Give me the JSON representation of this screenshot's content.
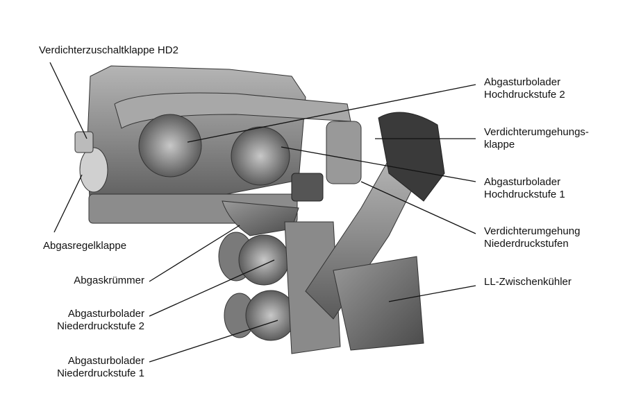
{
  "labels": {
    "verdichterzuschaltklappe": "Verdichterzuschaltklappe HD2",
    "abgasregelklappe": "Abgasregelklappe",
    "abgaskruemmer": "Abgaskrümmer",
    "nd2": [
      "Abgasturbolader",
      "Niederdruckstufe 2"
    ],
    "nd1": [
      "Abgasturbolader",
      "Niederdruckstufe 1"
    ],
    "hd2": [
      "Abgasturbolader",
      "Hochdruckstufe 2"
    ],
    "umgehungsklappe": [
      "Verdichterumgehungs-",
      "klappe"
    ],
    "hd1": [
      "Abgasturbolader",
      "Hochdruckstufe 1"
    ],
    "umgehung_nd": [
      "Verdichterumgehung",
      "Niederdruckstufen"
    ],
    "ll_kuehler": "LL-Zwischenkühler"
  }
}
